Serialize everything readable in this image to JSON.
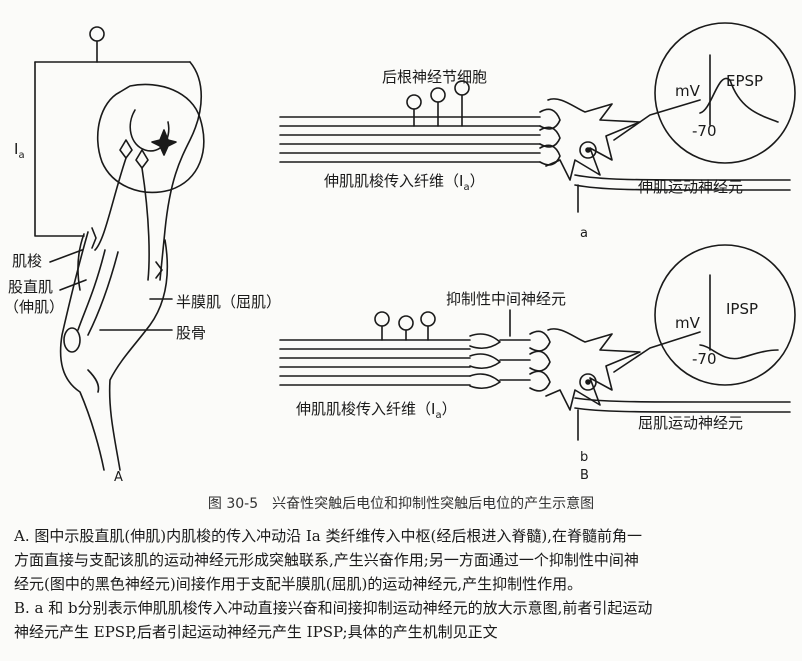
{
  "labels": {
    "ia": "I",
    "ia_sub": "a",
    "muscle_spindle": "肌梭",
    "rectus_femoris": "股直肌",
    "extensor": "（伸肌）",
    "semimembranosus": "半膜肌（屈肌）",
    "femur": "股骨",
    "panel_a_left": "A",
    "drg_cell": "后根神经节细胞",
    "afferent_a": "伸肌肌梭传入纤维（I",
    "afferent_a_sub": "a",
    "afferent_a_end": "）",
    "extensor_motor_neuron": "伸肌运动神经元",
    "panel_a": "a",
    "epsp_mv": "mV",
    "epsp_label": "EPSP",
    "epsp_tick": "-70",
    "inhibitory_interneuron": "抑制性中间神经元",
    "afferent_b": "伸肌肌梭传入纤维（I",
    "afferent_b_sub": "a",
    "afferent_b_end": "）",
    "flexor_motor_neuron": "屈肌运动神经元",
    "panel_b": "b",
    "panel_B": "B",
    "ipsp_mv": "mV",
    "ipsp_label": "IPSP",
    "ipsp_tick": "-70"
  },
  "caption": "图 30-5　兴奋性突触后电位和抑制性突触后电位的产生示意图",
  "legend": {
    "line1": "A. 图中示股直肌(伸肌)内肌梭的传入冲动沿 Ia 类纤维传入中枢(经后根进入脊髓),在脊髓前角一",
    "line2": "方面直接与支配该肌的运动神经元形成突触联系,产生兴奋作用;另一方面通过一个抑制性中间神",
    "line3": "经元(图中的黑色神经元)间接作用于支配半膜肌(屈肌)的运动神经元,产生抑制性作用。",
    "line4": "B. a 和 b分别表示伸肌肌梭传入冲动直接兴奋和间接抑制运动神经元的放大示意图,前者引起运动",
    "line5": "神经元产生 EPSP,后者引起运动神经元产生 IPSP;具体的产生机制见正文"
  }
}
